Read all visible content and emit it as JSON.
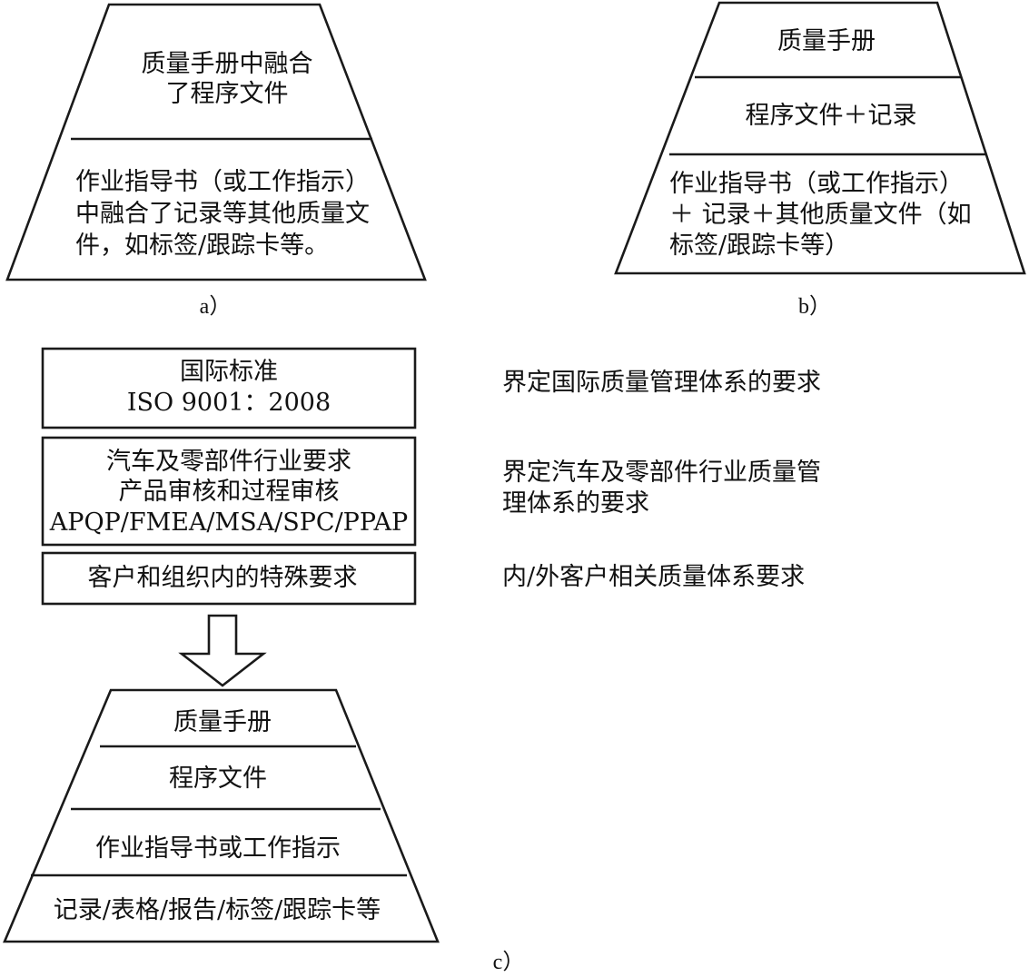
{
  "panel_a": {
    "caption": "a）",
    "top_lines": [
      "质量手册中融合",
      "了程序文件"
    ],
    "bottom_lines": [
      "作业指导书（或工作指示）",
      "中融合了记录等其他质量文",
      "件，如标签/跟踪卡等。"
    ]
  },
  "panel_b": {
    "caption": "b）",
    "level1": "质量手册",
    "level2": "程序文件＋记录",
    "level3_lines": [
      "作业指导书（或工作指示）",
      "＋ 记录＋其他质量文件（如",
      "标签/跟踪卡等）"
    ]
  },
  "panel_c": {
    "caption": "c）",
    "boxes": [
      {
        "lines": [
          "国际标准",
          "ISO 9001：2008"
        ],
        "desc": [
          "界定国际质量管理体系的要求"
        ]
      },
      {
        "lines": [
          "汽车及零部件行业要求",
          "产品审核和过程审核",
          "APQP/FMEA/MSA/SPC/PPAP"
        ],
        "desc": [
          "界定汽车及零部件行业质量管",
          "理体系的要求"
        ]
      },
      {
        "lines": [
          "客户和组织内的特殊要求"
        ],
        "desc": [
          "内/外客户相关质量体系要求"
        ]
      }
    ],
    "pyramid": [
      "质量手册",
      "程序文件",
      "作业指导书或工作指示",
      "记录/表格/报告/标签/跟踪卡等"
    ]
  }
}
